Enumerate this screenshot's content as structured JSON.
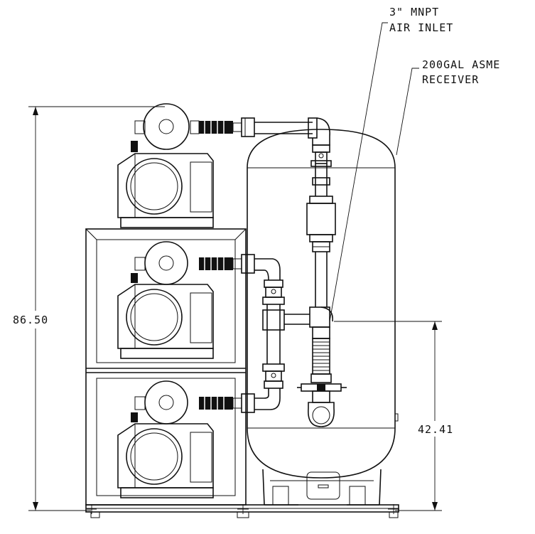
{
  "labels": {
    "inlet_line1": "3\" MNPT",
    "inlet_line2": "AIR INLET",
    "receiver_line1": "200GAL ASME",
    "receiver_line2": "RECEIVER"
  },
  "dimensions": {
    "overall_height": "86.50",
    "inlet_height": "42.41"
  },
  "colors": {
    "line": "#111111",
    "background": "#ffffff"
  }
}
